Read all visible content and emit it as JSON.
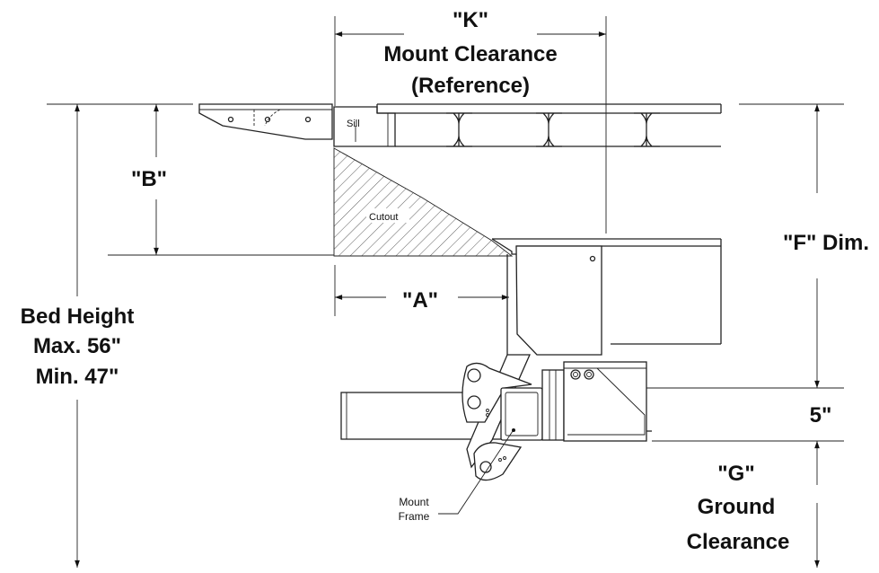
{
  "labels": {
    "k_dim": "\"K\"",
    "k_line1": "Mount Clearance",
    "k_line2": "(Reference)",
    "b_dim": "\"B\"",
    "a_dim": "\"A\"",
    "f_dim": "\"F\" Dim.",
    "bed_line1": "Bed Height",
    "bed_line2": "Max. 56\"",
    "bed_line3": "Min. 47\"",
    "five": "5\"",
    "g_line1": "\"G\"",
    "g_line2": "Ground",
    "g_line3": "Clearance",
    "sill": "Sill",
    "cutout": "Cutout",
    "mount_line1": "Mount",
    "mount_line2": "Frame"
  }
}
